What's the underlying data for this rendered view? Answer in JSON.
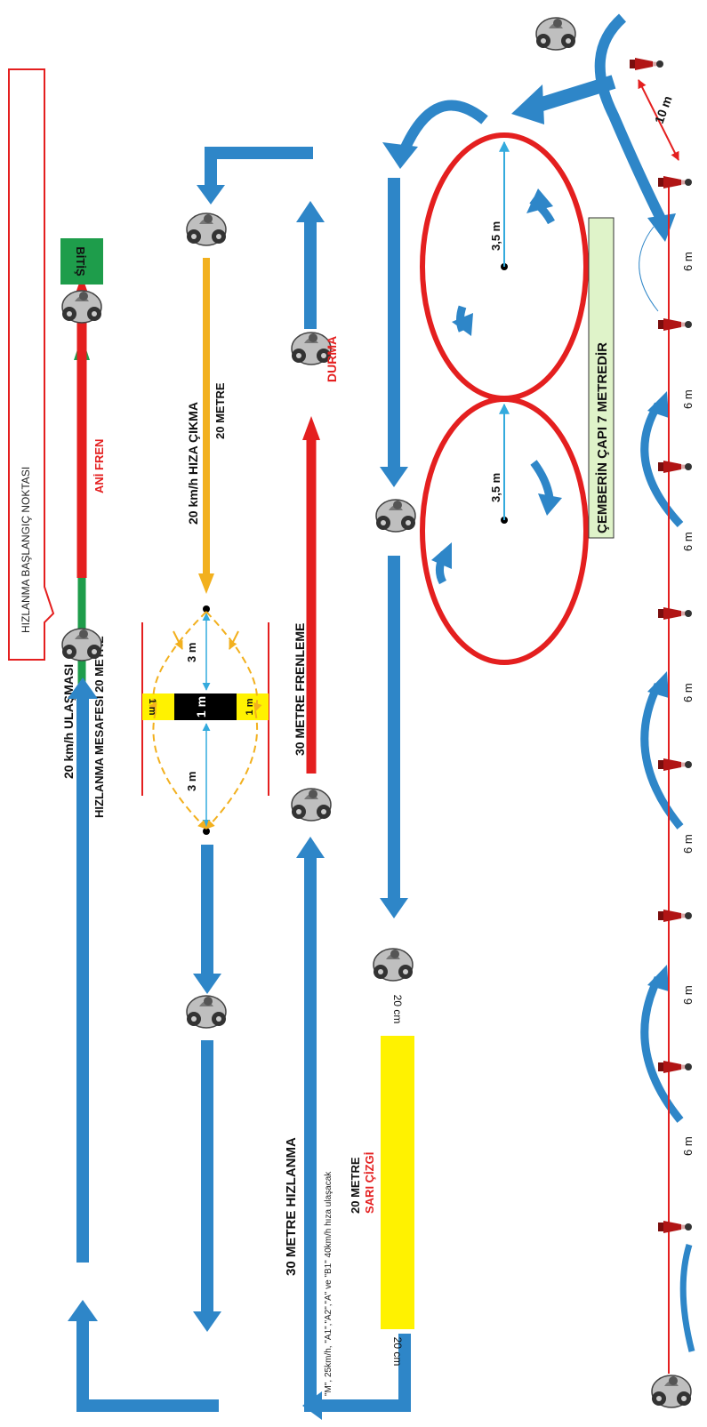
{
  "colors": {
    "blue": "#2e86c8",
    "blue_dark": "#1f6fb0",
    "light_blue": "#33aadd",
    "red": "#e41f1f",
    "green": "#1e9d4b",
    "orange": "#f2b01e",
    "yellow": "#fff200",
    "black": "#000000",
    "label_green_bg": "#dff3c9"
  },
  "labels": {
    "start_point": "HIZLANMA BAŞLANGIÇ NOKTASI",
    "accel_speed": "20 km/h ULAŞMASI",
    "accel_distance": "HIZLANMA MESAFESİ 20 METRE",
    "sudden_brake": "ANİ FREN",
    "exit_label": "BİTİŞ",
    "swerve_speed": "20  km/h HIZA ÇIKMA",
    "swerve_distance": "20 METRE",
    "three_m_left": "3 m",
    "three_m_right": "3 m",
    "one_m_left": "1 m",
    "one_m_center": "1 m",
    "one_m_right": "1 m",
    "braking_30": "30 METRE FRENLEME",
    "stop": "DURMA",
    "accel_30": "30 METRE HIZLANMA",
    "speed_note": "\"M\", 25km/h, \"A1\",\"A2\",\"A\" ve \"B1\" 40km/h hıza ulaşacak",
    "yellow_20m": "20 METRE",
    "yellow_line": "SARI ÇİZGİ",
    "twenty_cm_top": "20 cm",
    "twenty_cm_bottom": "20 cm",
    "radius_top": "3,5 m",
    "radius_bottom": "3,5 m",
    "circle_diameter": "ÇEMBERİN ÇAPI 7 METREDİR",
    "cone_10m": "10 m",
    "cone_6m": [
      "6 m",
      "6 m",
      "6 m",
      "6 m",
      "6 m",
      "6 m",
      "6 m"
    ]
  },
  "icons": {
    "motorcycle": "motorcycle-icon",
    "cone": "traffic-cone-icon"
  }
}
